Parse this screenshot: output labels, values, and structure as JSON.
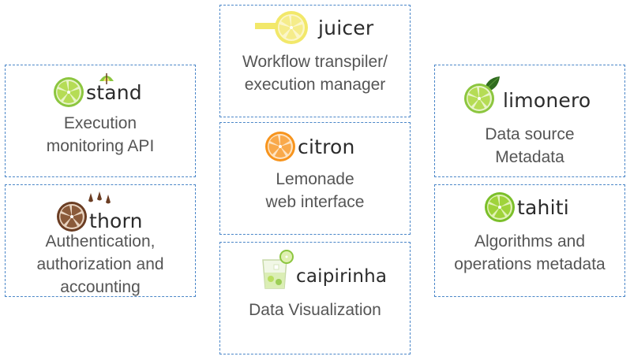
{
  "modules": {
    "stand": {
      "name": "stand",
      "lines": [
        "Execution",
        "monitoring API"
      ]
    },
    "thorn": {
      "name": "thorn",
      "lines": [
        "Authentication,",
        "authorization and",
        "accounting"
      ]
    },
    "juicer": {
      "name": "juicer",
      "lines": [
        "Workflow transpiler/",
        "execution manager"
      ]
    },
    "citron": {
      "name": "citron",
      "lines": [
        "Lemonade",
        "web interface"
      ]
    },
    "caipirinha": {
      "name": "caipirinha",
      "lines": [
        "Data Visualization"
      ]
    },
    "limonero": {
      "name": "limonero",
      "lines": [
        "Data source",
        "Metadata"
      ]
    },
    "tahiti": {
      "name": "tahiti",
      "lines": [
        "Algorithms and",
        "operations metadata"
      ]
    }
  },
  "colors": {
    "border": "#4a86c8",
    "text": "#555555",
    "lime_green": "#8cc63f",
    "lemon_yellow": "#f2e86a",
    "orange": "#f7941d",
    "brown": "#6b3d23"
  },
  "icons": {
    "stand": "lime-slice-icon",
    "thorn": "brown-citrus-slice-icon",
    "juicer": "lemon-juicer-icon",
    "citron": "orange-slice-icon",
    "caipirinha": "caipirinha-glass-icon",
    "limonero": "lime-leaf-icon",
    "tahiti": "lime-slice-icon"
  }
}
